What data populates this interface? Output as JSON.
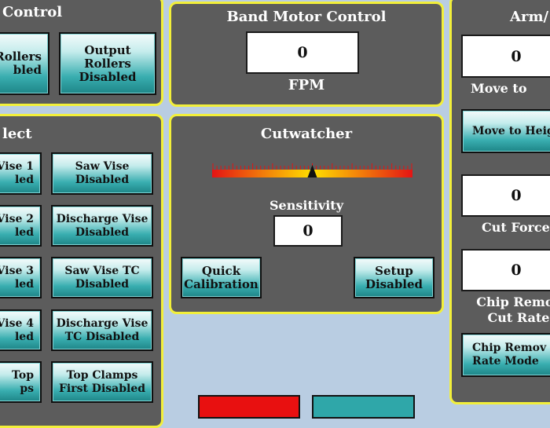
{
  "control_panel": {
    "title": "Control",
    "input_rollers_label": "Rollers\nbled",
    "output_rollers_label": "Output\nRollers\nDisabled"
  },
  "band_motor": {
    "title": "Band Motor Control",
    "speed_value": "0",
    "speed_unit": "FPM"
  },
  "arm_panel": {
    "title": "Arm/",
    "move_to_value": "0",
    "move_to_label": "Move to",
    "move_to_height_label": "Move to Heig",
    "cut_force_value": "0",
    "cut_force_label": "Cut Force",
    "chip_removal_value": "0",
    "chip_removal_label": "Chip Remov\nCut Rate",
    "chip_removal_mode_label": "Chip Remov\nRate Mode"
  },
  "select_panel": {
    "title": "lect",
    "left_buttons": [
      "Vise 1\nled",
      "Vise 2\nled",
      "Vise 3\nled",
      "Vise 4\nled",
      "Top\nps"
    ],
    "right_buttons": [
      "Saw Vise\nDisabled",
      "Discharge Vise\nDisabled",
      "Saw Vise TC\nDisabled",
      "Discharge Vise\nTC Disabled",
      "Top Clamps\nFirst Disabled"
    ]
  },
  "cutwatcher": {
    "title": "Cutwatcher",
    "sensitivity_label": "Sensitivity",
    "sensitivity_value": "0",
    "quick_calibration_label": "Quick\nCalibration",
    "setup_label": "Setup\nDisabled",
    "gauge_level_fraction": 0.5,
    "gauge_colors": [
      "#e41414",
      "#ffe000",
      "#e41414"
    ]
  },
  "bottom": {
    "alarm_color": "#e81010",
    "button_color": "#2fa7a9"
  }
}
